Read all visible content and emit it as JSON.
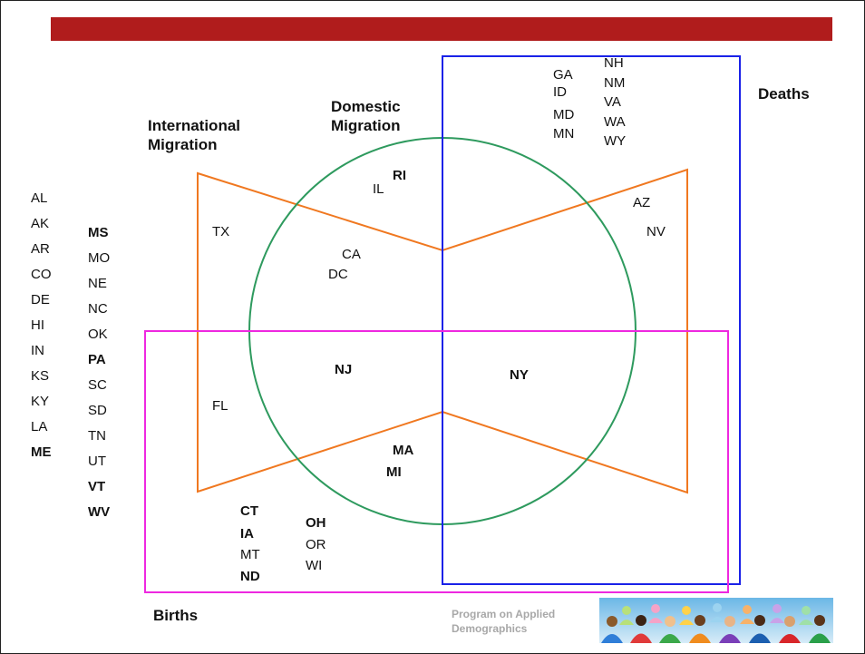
{
  "headings": {
    "international_line1": "International",
    "international_line2": "Migration",
    "domestic_line1": "Domestic",
    "domestic_line2": "Migration",
    "deaths": "Deaths",
    "births": "Births"
  },
  "footer": {
    "line1": "Program on Applied",
    "line2": "Demographics",
    "image_icon": "crowd-of-people-icon"
  },
  "colors": {
    "banner": "#b01c1c",
    "international_migration": "#f07820",
    "domestic_migration": "#2e9a5e",
    "deaths": "#1a22e8",
    "births": "#ee28e0"
  },
  "states": {
    "outside_col1": [
      "AL",
      "AK",
      "AR",
      "CO",
      "DE",
      "HI",
      "IN",
      "KS",
      "KY",
      "LA",
      "ME"
    ],
    "outside_col2": [
      "MS",
      "MO",
      "NE",
      "NC",
      "OK",
      "PA",
      "SC",
      "SD",
      "TN",
      "UT",
      "VT",
      "WV"
    ],
    "deaths_only_col1": [
      "GA",
      "ID",
      "MD",
      "MN"
    ],
    "deaths_only_col2": [
      "NH",
      "NM",
      "VA",
      "WA",
      "WY"
    ],
    "international_only": [
      "TX"
    ],
    "domestic_only": [
      "IL",
      "RI"
    ],
    "international_domestic": [
      "CA",
      "DC"
    ],
    "deaths_international": [
      "AZ",
      "NV"
    ],
    "births_international": [
      "FL"
    ],
    "births_international_domestic": [
      "NJ"
    ],
    "all_four": [
      "NY"
    ],
    "births_domestic": [
      "MA",
      "MI"
    ],
    "births_only_col1": [
      "CT",
      "IA",
      "MT",
      "ND"
    ],
    "births_only_col2": [
      "OH",
      "OR",
      "WI"
    ]
  }
}
